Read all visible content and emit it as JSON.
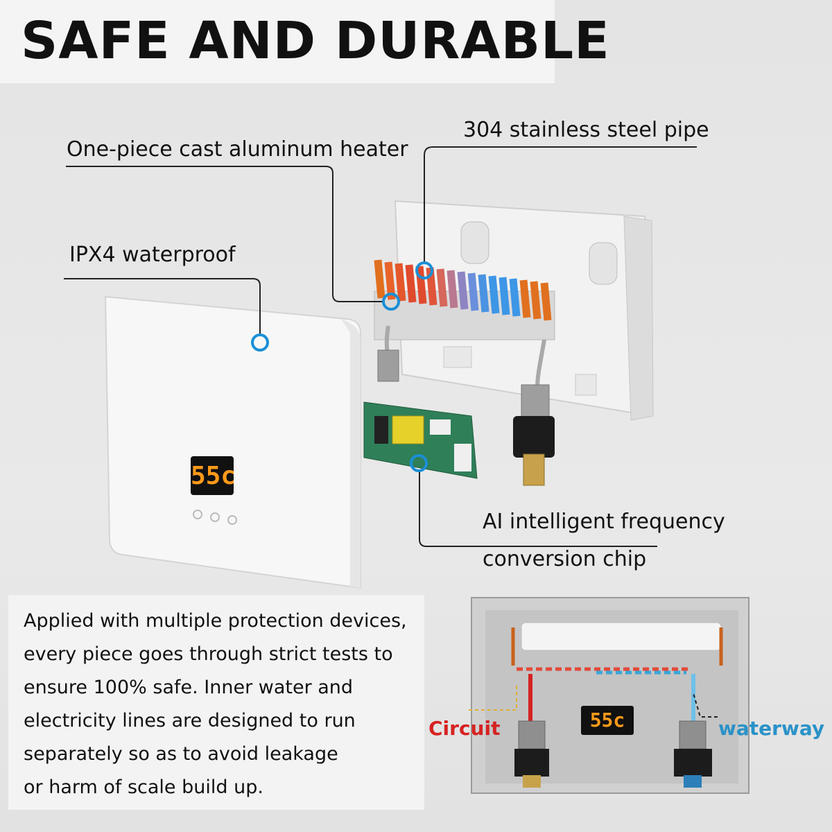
{
  "title": "SAFE AND DURABLE",
  "callouts": {
    "stainless_pipe": "304 stainless steel pipe",
    "heater": "One-piece cast aluminum heater",
    "waterproof": "IPX4 waterproof",
    "chip_line1": "AI intelligent frequency",
    "chip_line2": "conversion chip"
  },
  "description": [
    "Applied with multiple protection devices,",
    "every piece goes through strict tests to",
    "ensure 100% safe. Inner water and",
    "electricity lines are designed to run",
    "separately so as to avoid leakage",
    "or harm of scale build up."
  ],
  "display_reading": "55c",
  "inset": {
    "circuit_label": "Circuit",
    "waterway_label": "waterway",
    "display_reading": "55c"
  },
  "colors": {
    "accent_blue": "#1a8fd6",
    "circuit_red": "#d62222",
    "waterway_blue": "#2a92c8",
    "display_amber": "#ff9a1a"
  }
}
